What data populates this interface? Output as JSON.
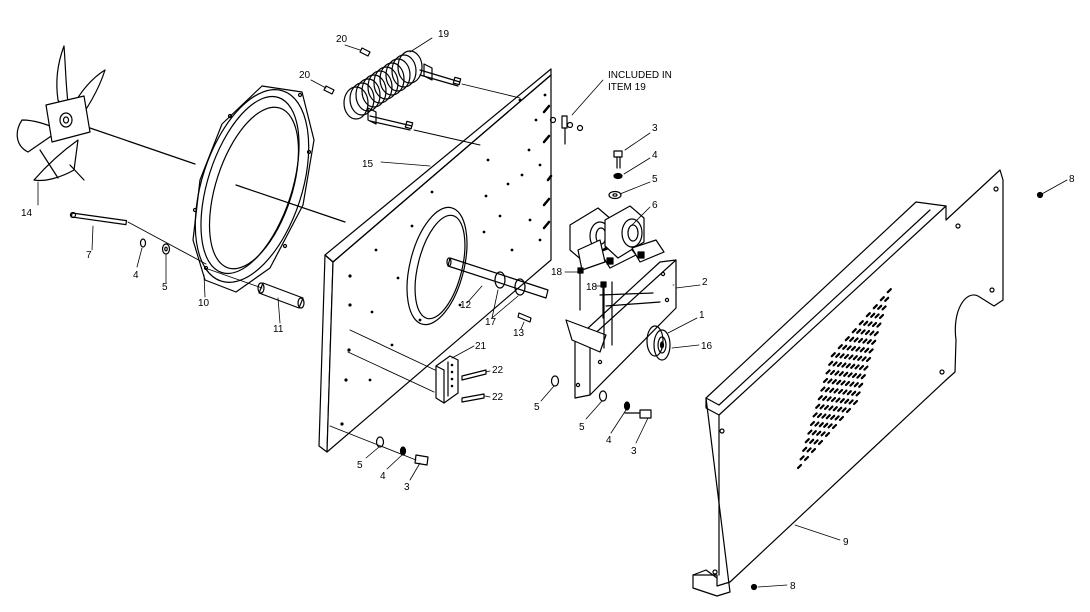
{
  "colors": {
    "ink": "#000000",
    "paper": "#ffffff"
  },
  "note": {
    "line1": "INCLUDED IN",
    "line2": "ITEM 19"
  },
  "callouts": {
    "c1": "1",
    "c2": "2",
    "c3a": "3",
    "c3b": "3",
    "c3c": "3",
    "c4a": "4",
    "c4b": "4",
    "c4c": "4",
    "c4d": "4",
    "c5a": "5",
    "c5b": "5",
    "c5c": "5",
    "c5d": "5",
    "c5e": "5",
    "c6": "6",
    "c7": "7",
    "c8a": "8",
    "c8b": "8",
    "c9": "9",
    "c10": "10",
    "c11": "11",
    "c12": "12",
    "c13": "13",
    "c14": "14",
    "c15": "15",
    "c16": "16",
    "c17": "17",
    "c18a": "18",
    "c18b": "18",
    "c19": "19",
    "c20a": "20",
    "c20b": "20",
    "c21": "21",
    "c22a": "22",
    "c22b": "22"
  }
}
